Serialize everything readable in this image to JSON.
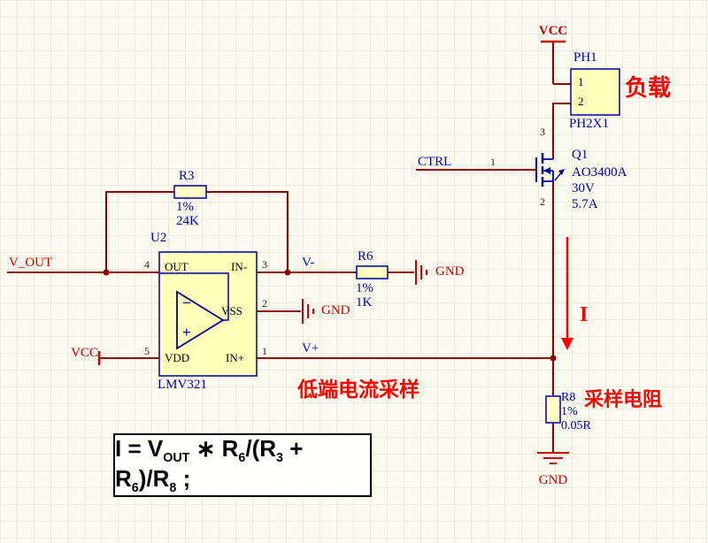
{
  "colors": {
    "wire": "#8B0000",
    "component_outline": "#0000A0",
    "component_fill": "#FFFFB9",
    "net_label": "#0000D0",
    "designator": "#0000A8",
    "power_red": "#C80000",
    "annotation_red": "#FF0000",
    "background": "#FBFBEF"
  },
  "nets": {
    "v_out": "V_OUT",
    "ctrl": "CTRL",
    "v_minus": "V-",
    "v_plus": "V+"
  },
  "power": {
    "vcc_top": "VCC",
    "vcc_left": "VCC",
    "gnd_r6": "GND",
    "gnd_vss": "GND",
    "gnd_bottom": "GND"
  },
  "connector": {
    "designator": "PH1",
    "comment": "PH2X1",
    "pin1": "1",
    "pin2": "2"
  },
  "mosfet": {
    "designator": "Q1",
    "part": "AO3400A",
    "voltage": "30V",
    "current": "5.7A",
    "pin_drain": "3",
    "pin_gate": "1",
    "pin_source": "2"
  },
  "opamp": {
    "designator": "U2",
    "part": "LMV321",
    "port_out": "OUT",
    "port_in_minus": "IN-",
    "port_vss": "VSS",
    "port_vdd": "VDD",
    "port_in_plus": "IN+",
    "pin_out": "4",
    "pin_in_minus": "3",
    "pin_vss": "2",
    "pin_vdd": "5",
    "pin_in_plus": "1",
    "minus_sign": "−",
    "plus_sign": "+"
  },
  "resistors": {
    "r3": {
      "designator": "R3",
      "tolerance": "1%",
      "value": "24K"
    },
    "r6": {
      "designator": "R6",
      "tolerance": "1%",
      "value": "1K"
    },
    "r8": {
      "designator": "R8",
      "tolerance": "1%",
      "value": "0.05R"
    }
  },
  "annotations": {
    "load": "负载",
    "current_arrow": "I",
    "low_side": "低端电流采样",
    "sense_resistor": "采样电阻"
  },
  "formula": {
    "t1": "I = V",
    "s1": "OUT",
    "t2": " ∗ R",
    "s2": "6",
    "t3": "/(R",
    "s3": "3",
    "t4": " + R",
    "s4": "6",
    "t5": ")/R",
    "s5": "8",
    "t6": " ;"
  }
}
